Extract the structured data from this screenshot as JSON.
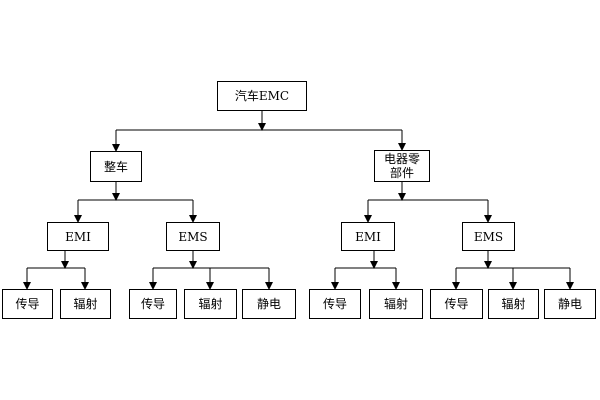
{
  "diagram": {
    "root": "汽车EMC",
    "level1": {
      "left": "整车",
      "right": "电器零\n部件"
    },
    "level2": {
      "left_emi": "EMI",
      "left_ems": "EMS",
      "right_emi": "EMI",
      "right_ems": "EMS"
    },
    "level3": {
      "left_emi_conducted": "传导",
      "left_emi_radiated": "辐射",
      "left_ems_conducted": "传导",
      "left_ems_radiated": "辐射",
      "left_ems_static": "静电",
      "right_emi_conducted": "传导",
      "right_emi_radiated": "辐射",
      "right_ems_conducted": "传导",
      "right_ems_radiated": "辐射",
      "right_ems_static": "静电"
    }
  }
}
